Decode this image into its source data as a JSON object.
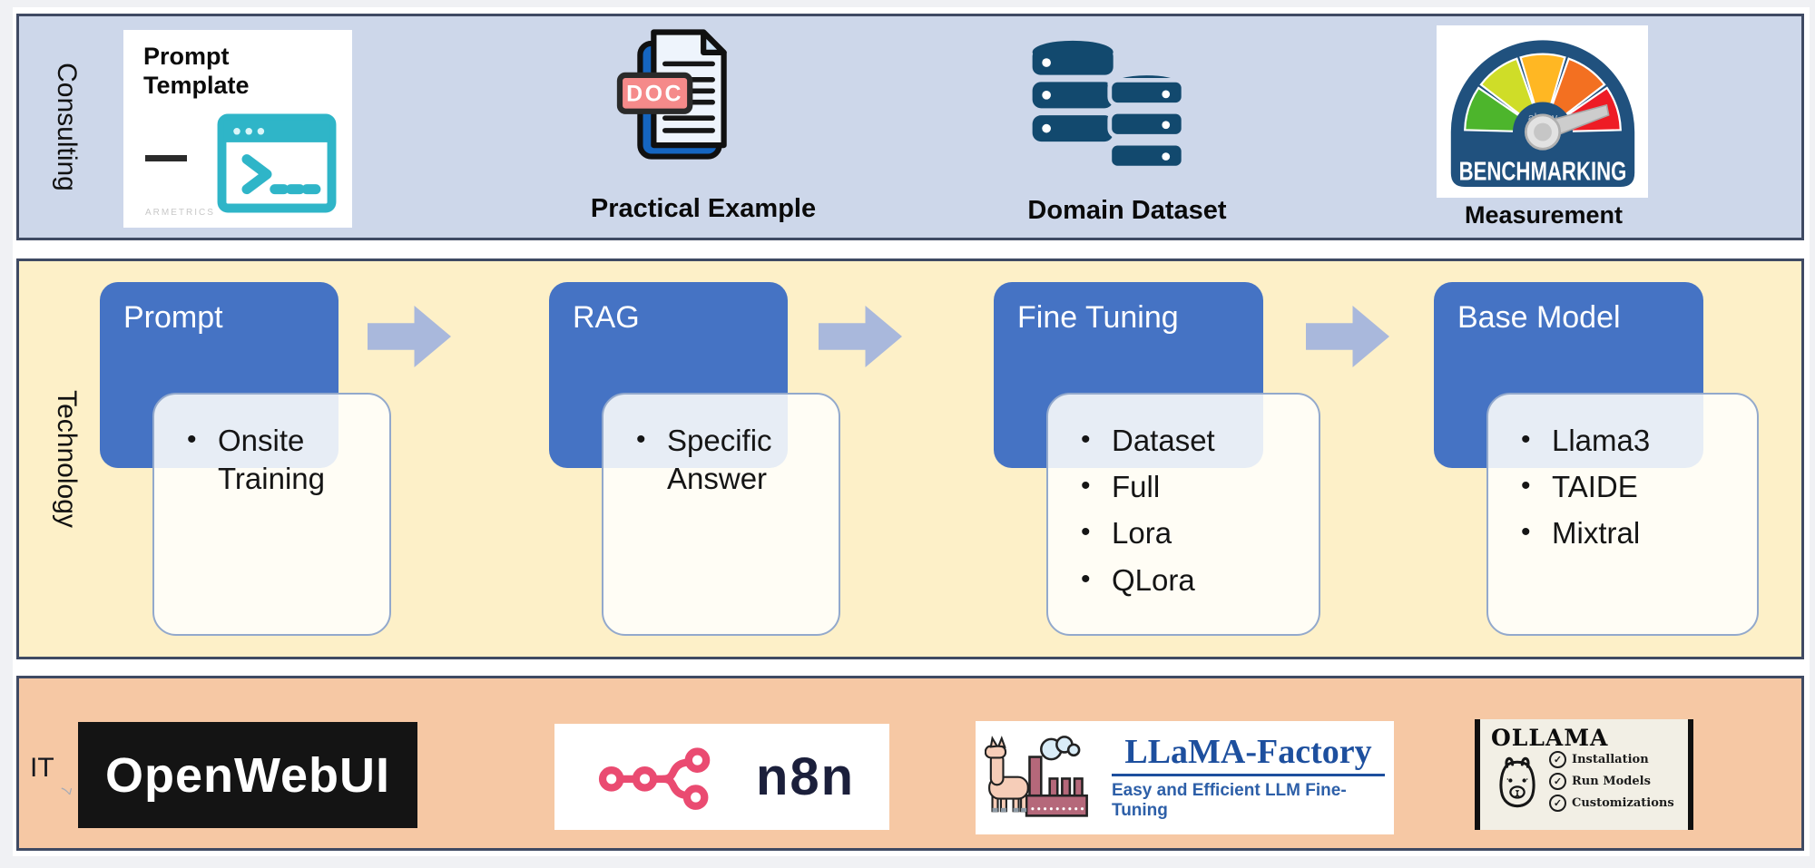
{
  "icons": {
    "check": "✓"
  },
  "colors": {
    "band_consulting_bg": "#cdd7ea",
    "band_technology_bg": "#fdf0c8",
    "band_it_bg": "#f6c8a4",
    "band_border": "#3f4a63",
    "step_box_blue": "#4573c4",
    "arrow_blue": "#a9b8dc",
    "gauge_badge_blue": "#20517e",
    "gauge_segments": [
      "#4db52c",
      "#cfdd28",
      "#ffb723",
      "#f37021",
      "#ee1c25"
    ],
    "n8n_pink": "#ea4b71",
    "terminal_teal": "#2fb5c8",
    "doc_badge_red": "#f58a8a",
    "database_navy": "#12496e",
    "llama_factory_blue": "#1d4f9e"
  },
  "consulting": {
    "label": "Consulting",
    "prompt_template": {
      "title": "Prompt Template",
      "watermark": "ARMETRICS"
    },
    "practical_example": {
      "label": "Practical Example",
      "doc_badge": "DOC"
    },
    "domain_dataset": {
      "label": "Domain Dataset"
    },
    "measurement": {
      "label": "Measurement",
      "gauge_text": "BENCHMARKING",
      "gauge_watermark": "alamy"
    }
  },
  "technology": {
    "label": "Technology",
    "steps": [
      {
        "title": "Prompt",
        "bullets": [
          "Onsite Training"
        ]
      },
      {
        "title": "RAG",
        "bullets": [
          "Specific Answer"
        ]
      },
      {
        "title": "Fine Tuning",
        "bullets": [
          "Dataset",
          "Full",
          "Lora",
          "QLora"
        ]
      },
      {
        "title": "Base Model",
        "bullets": [
          "Llama3",
          "TAIDE",
          "Mixtral"
        ]
      }
    ]
  },
  "it": {
    "label": "IT",
    "label_mark": "7",
    "openwebui": {
      "text": "OpenWebUI"
    },
    "n8n": {
      "text": "n8n"
    },
    "llama_factory": {
      "title": "LLaMA-Factory",
      "subtitle": "Easy and Efficient LLM Fine-Tuning"
    },
    "ollama": {
      "title": "OLLAMA",
      "features": [
        "Installation",
        "Run Models",
        "Customizations"
      ]
    }
  }
}
